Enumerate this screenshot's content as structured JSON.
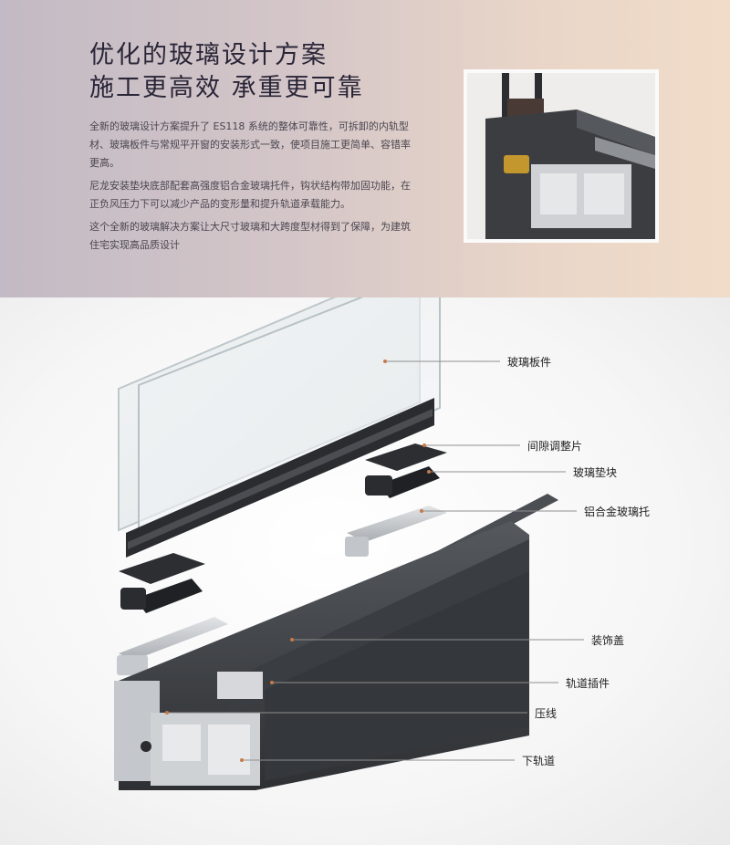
{
  "header": {
    "title_line1": "优化的玻璃设计方案",
    "title_line2": "施工更高效  承重更可靠"
  },
  "description": [
    "全新的玻璃设计方案提升了 ES118 系统的整体可靠性，可拆卸的内轨型材、玻璃板件与常规平开窗的安装形式一致，使项目施工更简单、容错率更高。",
    "尼龙安装垫块底部配套高强度铝合金玻璃托件，钩状结构带加固功能，在正负风压力下可以减少产品的变形量和提升轨道承载能力。",
    "这个全新的玻璃解决方案让大尺寸玻璃和大跨度型材得到了保障，为建筑住宅实现高品质设计"
  ],
  "labels": {
    "glass_panel": "玻璃板件",
    "gap_shim": "间隙调整片",
    "glass_block": "玻璃垫块",
    "aluminum_glass_support": "铝合金玻璃托",
    "decorative_cover": "装饰盖",
    "track_insert": "轨道插件",
    "glazing_bead": "压线",
    "bottom_track": "下轨道"
  },
  "colors": {
    "leader_line": "#c8794a",
    "profile_dark": "#3d4044",
    "aluminum": "#c9ccd0"
  }
}
